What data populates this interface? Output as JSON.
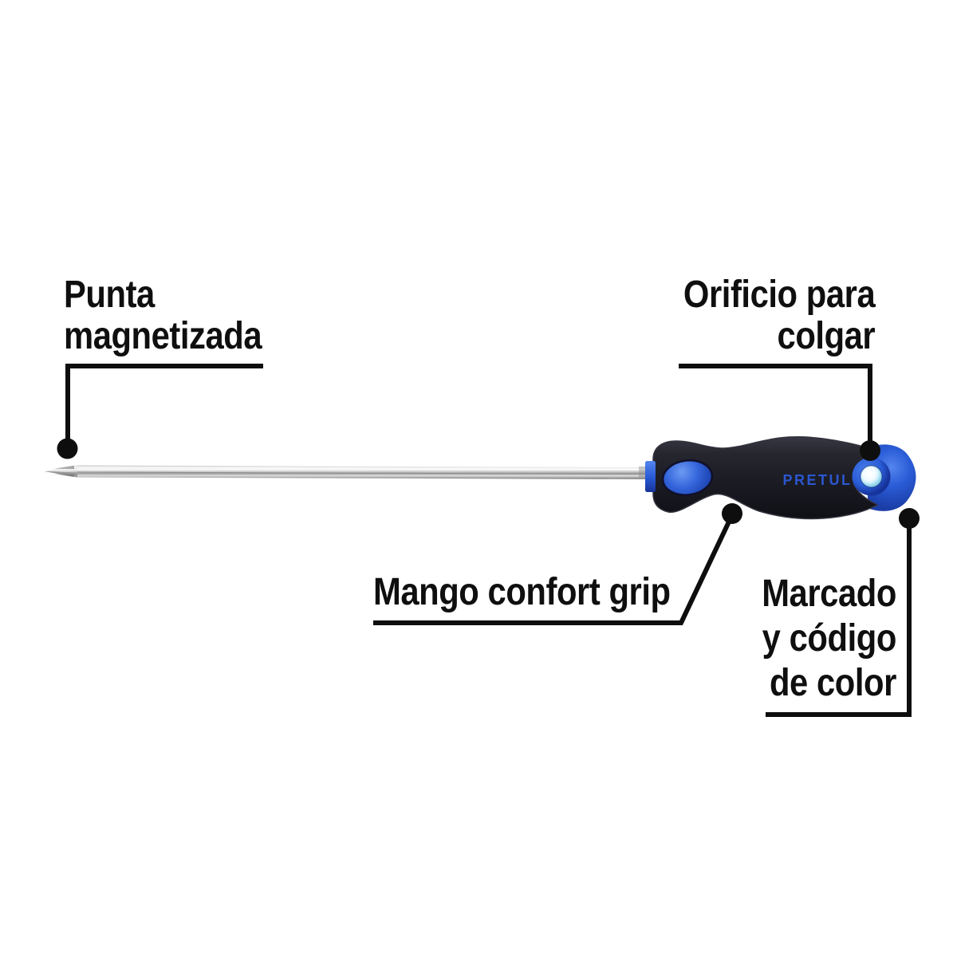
{
  "labels": {
    "punta": {
      "lines": [
        "Punta",
        "magnetizada"
      ]
    },
    "orificio": {
      "lines": [
        "Orificio para",
        "colgar"
      ]
    },
    "mango": {
      "lines": [
        "Mango confort grip"
      ]
    },
    "marcado": {
      "lines": [
        "Marcado",
        "y código",
        "de color"
      ]
    }
  },
  "product": {
    "brand": "PRETUL"
  },
  "colors": {
    "label_text": "#0f0f0f",
    "leader_line": "#0e0e0e",
    "handle_body_black": "#1d1d25",
    "accent_blue": "#2a5cd7",
    "accent_blue_light": "#5585ee",
    "accent_blue_dark": "#16339a",
    "brand_text_blue": "#2b57cf",
    "hole_inner_white": "#f2fbff",
    "hole_inner_cyan": "#8fd3ec",
    "shaft_silver": "#c6c6c6",
    "background": "#ffffff"
  }
}
